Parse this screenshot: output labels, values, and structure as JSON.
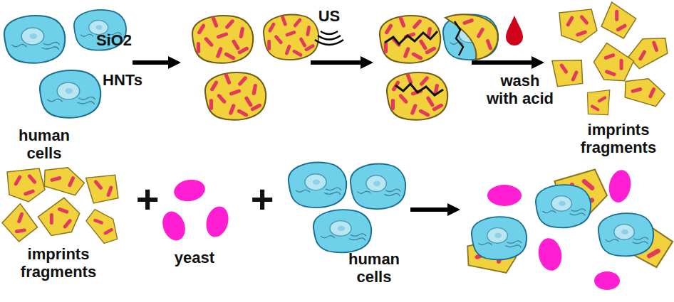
{
  "diagram": {
    "labels": [
      "human cells",
      "SiO2",
      "HNTs",
      "US",
      "wash with acid",
      "imprints fragments",
      "imprints fragments",
      "+",
      "yeast",
      "+",
      "human cells"
    ]
  }
}
